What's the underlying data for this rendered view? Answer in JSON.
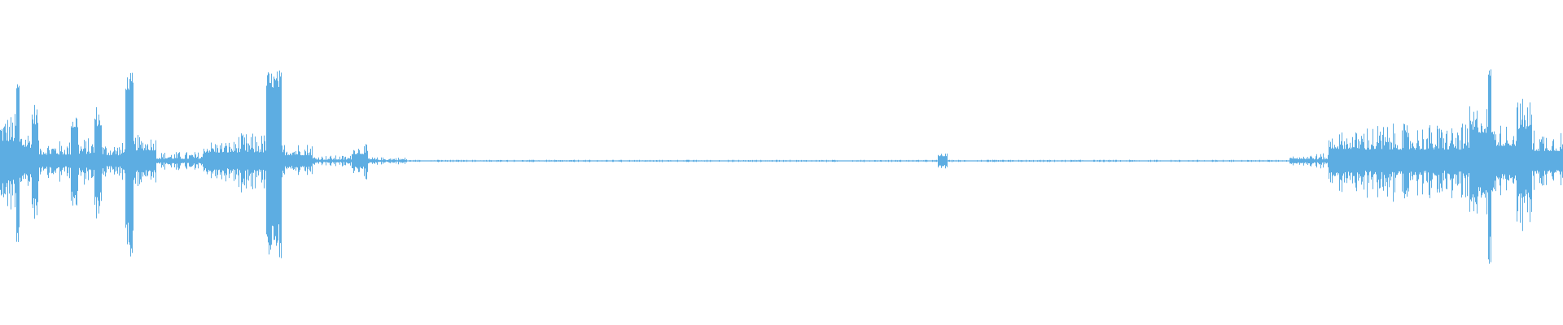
{
  "waveform": {
    "color": "#5dade2",
    "segments": [
      {
        "from": 0.0,
        "to": 0.01,
        "amp": 0.52,
        "jitter": 0.6
      },
      {
        "from": 0.01,
        "to": 0.012,
        "amp": 0.85,
        "jitter": 0.1
      },
      {
        "from": 0.012,
        "to": 0.02,
        "amp": 0.35,
        "jitter": 0.6
      },
      {
        "from": 0.02,
        "to": 0.024,
        "amp": 0.65,
        "jitter": 0.4
      },
      {
        "from": 0.024,
        "to": 0.045,
        "amp": 0.22,
        "jitter": 0.7
      },
      {
        "from": 0.045,
        "to": 0.05,
        "amp": 0.58,
        "jitter": 0.4
      },
      {
        "from": 0.05,
        "to": 0.06,
        "amp": 0.25,
        "jitter": 0.7
      },
      {
        "from": 0.06,
        "to": 0.065,
        "amp": 0.62,
        "jitter": 0.4
      },
      {
        "from": 0.065,
        "to": 0.08,
        "amp": 0.2,
        "jitter": 0.7
      },
      {
        "from": 0.08,
        "to": 0.085,
        "amp": 0.95,
        "jitter": 0.2
      },
      {
        "from": 0.085,
        "to": 0.1,
        "amp": 0.28,
        "jitter": 0.6
      },
      {
        "from": 0.1,
        "to": 0.13,
        "amp": 0.1,
        "jitter": 0.8
      },
      {
        "from": 0.13,
        "to": 0.15,
        "amp": 0.22,
        "jitter": 0.6
      },
      {
        "from": 0.15,
        "to": 0.17,
        "amp": 0.3,
        "jitter": 0.7
      },
      {
        "from": 0.17,
        "to": 0.18,
        "amp": 0.98,
        "jitter": 0.2
      },
      {
        "from": 0.18,
        "to": 0.2,
        "amp": 0.2,
        "jitter": 0.7
      },
      {
        "from": 0.2,
        "to": 0.225,
        "amp": 0.06,
        "jitter": 0.8
      },
      {
        "from": 0.225,
        "to": 0.235,
        "amp": 0.18,
        "jitter": 0.6
      },
      {
        "from": 0.235,
        "to": 0.26,
        "amp": 0.04,
        "jitter": 0.8
      },
      {
        "from": 0.26,
        "to": 0.6,
        "amp": 0.012,
        "jitter": 0.9
      },
      {
        "from": 0.6,
        "to": 0.606,
        "amp": 0.08,
        "jitter": 0.4
      },
      {
        "from": 0.606,
        "to": 0.825,
        "amp": 0.012,
        "jitter": 0.9
      },
      {
        "from": 0.825,
        "to": 0.83,
        "amp": 0.05,
        "jitter": 0.5
      },
      {
        "from": 0.83,
        "to": 0.85,
        "amp": 0.08,
        "jitter": 0.8
      },
      {
        "from": 0.85,
        "to": 0.87,
        "amp": 0.32,
        "jitter": 0.6
      },
      {
        "from": 0.87,
        "to": 0.94,
        "amp": 0.4,
        "jitter": 0.7
      },
      {
        "from": 0.94,
        "to": 0.955,
        "amp": 0.6,
        "jitter": 0.5
      },
      {
        "from": 0.952,
        "to": 0.954,
        "amp": 1.0,
        "jitter": 0.1
      },
      {
        "from": 0.955,
        "to": 0.97,
        "amp": 0.4,
        "jitter": 0.6
      },
      {
        "from": 0.97,
        "to": 0.98,
        "amp": 0.68,
        "jitter": 0.5
      },
      {
        "from": 0.98,
        "to": 1.0,
        "amp": 0.35,
        "jitter": 0.7
      }
    ]
  }
}
